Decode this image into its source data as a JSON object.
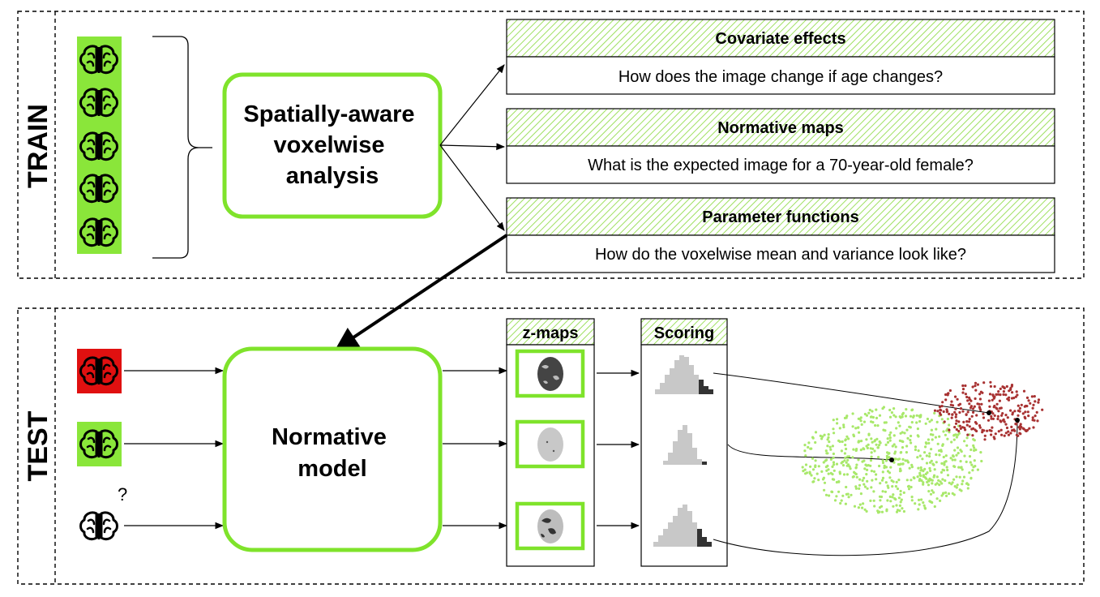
{
  "sections": {
    "train_label": "TRAIN",
    "test_label": "TEST"
  },
  "train": {
    "analysis_box": {
      "lines": [
        "Spatially-aware",
        "voxelwise",
        "analysis"
      ]
    },
    "outputs": [
      {
        "title": "Covariate effects",
        "question": "How does the image change if age changes?"
      },
      {
        "title": "Normative maps",
        "question": "What is the expected image for a 70-year-old female?"
      },
      {
        "title": "Parameter functions",
        "question": "How do the voxelwise mean and variance look like?"
      }
    ]
  },
  "test": {
    "model_box": {
      "lines": [
        "Normative",
        "model"
      ]
    },
    "zmaps_title": "z-maps",
    "scoring_title": "Scoring",
    "unknown_mark": "?"
  },
  "icons": {
    "brain": "brain-icon",
    "arrow": "arrow-right-icon"
  },
  "colors": {
    "accent_green": "#7fe32b",
    "brain_bg_green": "#8ae63a",
    "brain_bg_red": "#e01010",
    "cluster_green": "#a8e86a",
    "cluster_red": "#a83232",
    "hist_light": "#c8c8c8",
    "hist_dark": "#333333"
  }
}
